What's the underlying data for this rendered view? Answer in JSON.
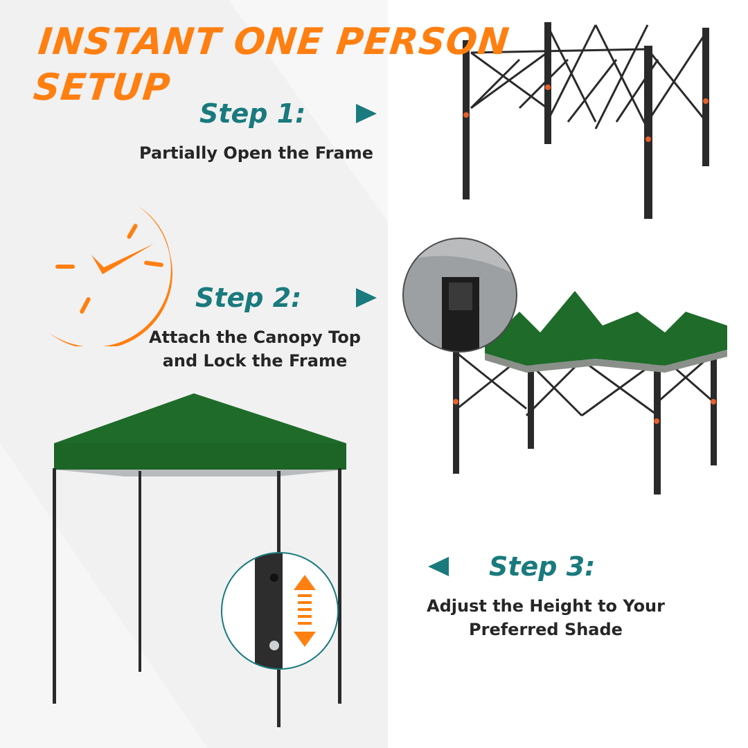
{
  "headline": {
    "line1": "INSTANT ONE PERSON",
    "line2": "SETUP"
  },
  "steps": [
    {
      "title": "Step 1:",
      "desc_lines": [
        "Partially Open the Frame"
      ],
      "arrow": "right"
    },
    {
      "title": "Step 2:",
      "desc_lines": [
        "Attach the Canopy Top",
        "and Lock the Frame"
      ],
      "arrow": "right"
    },
    {
      "title": "Step 3:",
      "desc_lines": [
        "Adjust the Height to Your",
        "Preferred Shade"
      ],
      "arrow": "left"
    }
  ],
  "icons": {
    "timer": "clock-check-icon",
    "height": "up-down-arrow-icon"
  },
  "colors": {
    "accent_orange": "#ff7f11",
    "teal": "#1a7a7d",
    "canopy_green": "#1f6b2a",
    "frame_dark": "#2a2a2a",
    "text_dark": "#262626",
    "background_gray": "#eeeeef"
  }
}
